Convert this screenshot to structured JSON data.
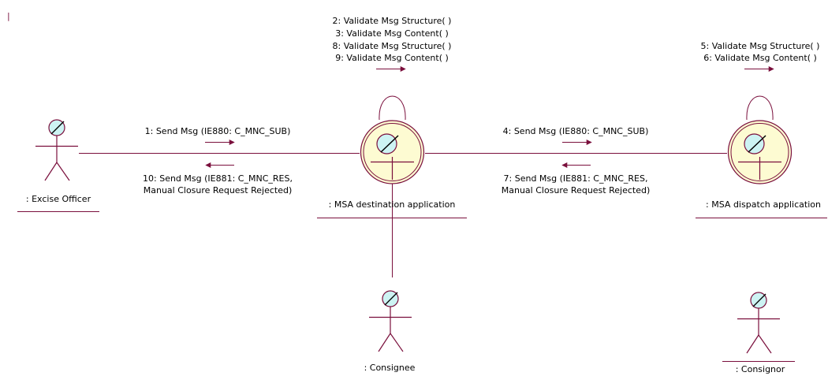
{
  "colors": {
    "stroke": "#7a0f3c",
    "object_fill": "#fdfbd2",
    "head_fill": "#cdf3f3",
    "text": "#000000"
  },
  "stray_mark": "|",
  "objects": {
    "dest": {
      "label": ": MSA destination application",
      "icon": "control-object-icon"
    },
    "disp": {
      "label": ": MSA dispatch application",
      "icon": "control-object-icon"
    }
  },
  "actors": {
    "excise_officer": {
      "label": ": Excise Officer",
      "icon": "actor-icon"
    },
    "consignee": {
      "label": ": Consignee",
      "icon": "actor-icon"
    },
    "consignor": {
      "label": ": Consignor",
      "icon": "actor-icon"
    }
  },
  "self_messages": {
    "dest": [
      "2: Validate Msg Structure( )",
      "3: Validate Msg Content( )",
      "8: Validate Msg Structure( )",
      "9: Validate Msg Content( )"
    ],
    "disp": [
      "5: Validate Msg Structure( )",
      "6: Validate Msg Content( )"
    ]
  },
  "messages": {
    "m1": [
      "1: Send Msg (IE880: C_MNC_SUB)"
    ],
    "m10": [
      "10: Send Msg (IE881: C_MNC_RES,",
      "Manual Closure Request Rejected)"
    ],
    "m4": [
      "4: Send Msg (IE880: C_MNC_SUB)"
    ],
    "m7": [
      "7: Send Msg (IE881: C_MNC_RES,",
      "Manual Closure Request Rejected)"
    ]
  }
}
